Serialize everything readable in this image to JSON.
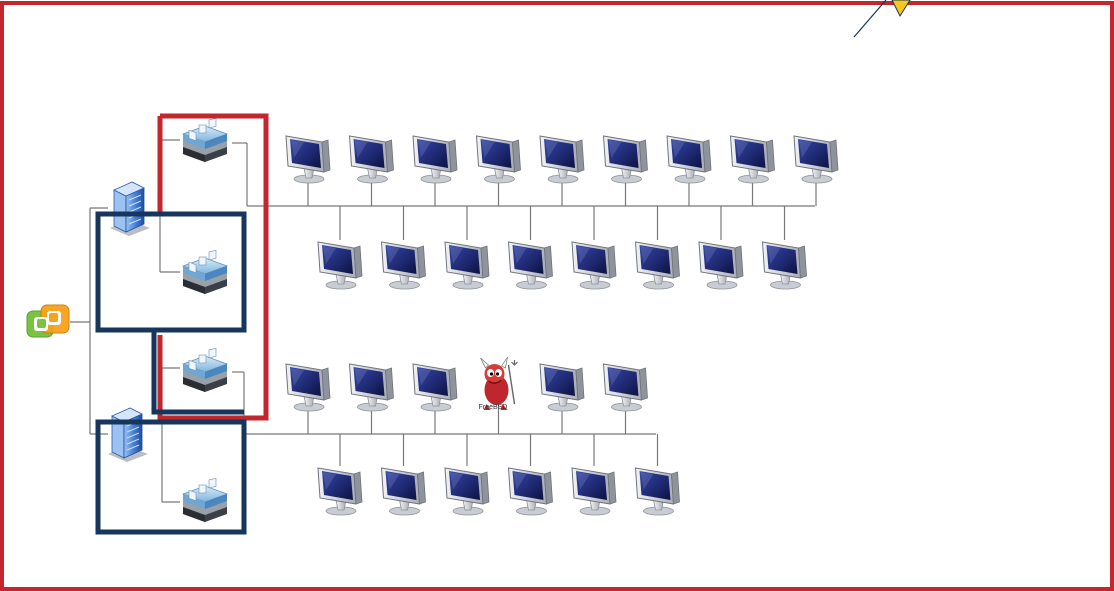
{
  "colors": {
    "frame": "#c1272d",
    "red_group": "#c1272d",
    "blue_group": "#16365c",
    "connector": "#777777",
    "monitor_screen": "#1f2a73",
    "monitor_body": "#c9ccd3",
    "host_blue": "#4a84d6",
    "vcenter_green": "#7cc242",
    "vcenter_orange": "#f7a21b"
  },
  "icons": {
    "root": "vcenter-logo-icon",
    "host": "esx-host-server-icon",
    "vm_appliance": "virtual-appliance-icon",
    "desktop": "desktop-monitor-icon",
    "special": "freebsd-daemon-icon"
  },
  "cluster_top": {
    "top_row_desktops": 9,
    "bottom_row_desktops": 8
  },
  "cluster_bottom": {
    "top_row_items": [
      "desktop",
      "desktop",
      "desktop",
      "freebsd",
      "desktop",
      "desktop"
    ],
    "bottom_row_desktops": 6
  },
  "freebsd_label": "FreeBSD"
}
